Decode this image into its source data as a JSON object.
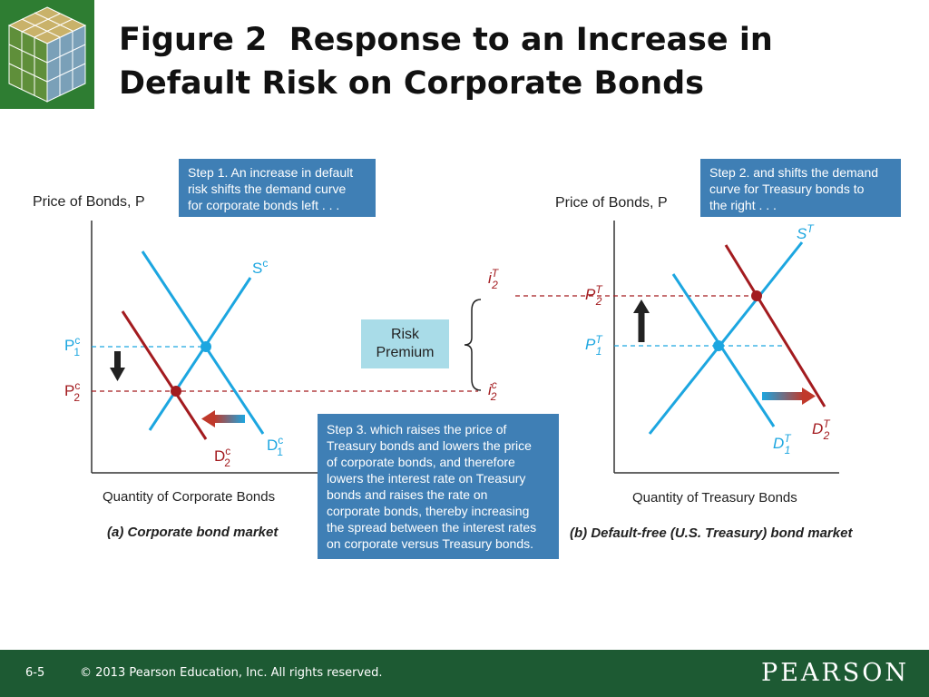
{
  "header": {
    "title_line1": "Figure 2  Response to an Increase in",
    "title_line2": "Default Risk on Corporate Bonds",
    "logo_icon": "puzzle-cube-icon"
  },
  "callouts": {
    "step1": [
      "Step 1. An increase in default",
      "risk shifts the demand curve",
      "for corporate bonds left . . ."
    ],
    "step2": [
      "Step 2. and shifts the demand",
      "curve for Treasury bonds to",
      "the right . . ."
    ],
    "step3": [
      "Step 3. which raises the price of",
      "Treasury bonds and lowers the price",
      "of corporate bonds, and therefore",
      "lowers the interest rate on Treasury",
      "bonds and raises the rate on",
      "corporate bonds, thereby increasing",
      "the spread between the interest rates",
      "on corporate versus Treasury bonds."
    ]
  },
  "risk_premium": [
    "Risk",
    "Premium"
  ],
  "panel_a": {
    "ylabel": "Price of Bonds, P",
    "xlabel": "Quantity of Corporate Bonds",
    "caption": "(a) Corporate bond market",
    "supply_label": {
      "base": "S",
      "sup": "c"
    },
    "demand1_label": {
      "base": "D",
      "sup": "c",
      "sub": "1"
    },
    "demand2_label": {
      "base": "D",
      "sup": "c",
      "sub": "2"
    },
    "p1_label": {
      "base": "P",
      "sup": "c",
      "sub": "1"
    },
    "p2_label": {
      "base": "P",
      "sup": "c",
      "sub": "2"
    }
  },
  "panel_b": {
    "ylabel": "Price of Bonds, P",
    "xlabel": "Quantity of Treasury Bonds",
    "caption": "(b) Default-free (U.S. Treasury) bond market",
    "supply_label": {
      "base": "S",
      "sup": "T"
    },
    "demand1_label": {
      "base": "D",
      "sup": "T",
      "sub": "1"
    },
    "demand2_label": {
      "base": "D",
      "sup": "T",
      "sub": "2"
    },
    "p1_label": {
      "base": "P",
      "sup": "T",
      "sub": "1"
    },
    "p2_label": {
      "base": "P",
      "sup": "T",
      "sub": "2"
    }
  },
  "interest_labels": {
    "iT2": {
      "base": "i",
      "sup": "T",
      "sub": "2"
    },
    "ic2": {
      "base": "i",
      "sup": "c",
      "sub": "2"
    }
  },
  "colors": {
    "blue_curve": "#1ca6e0",
    "red_curve": "#a31b1f",
    "callout_bg": "#3f7fb5",
    "risk_box_bg": "#a9dce8",
    "footer_bg": "#1d5a33",
    "logo_bg": "#2e7d32"
  },
  "footer": {
    "page_number": "6-5",
    "copyright": "© 2013 Pearson Education, Inc. All rights reserved.",
    "brand": "PEARSON"
  }
}
